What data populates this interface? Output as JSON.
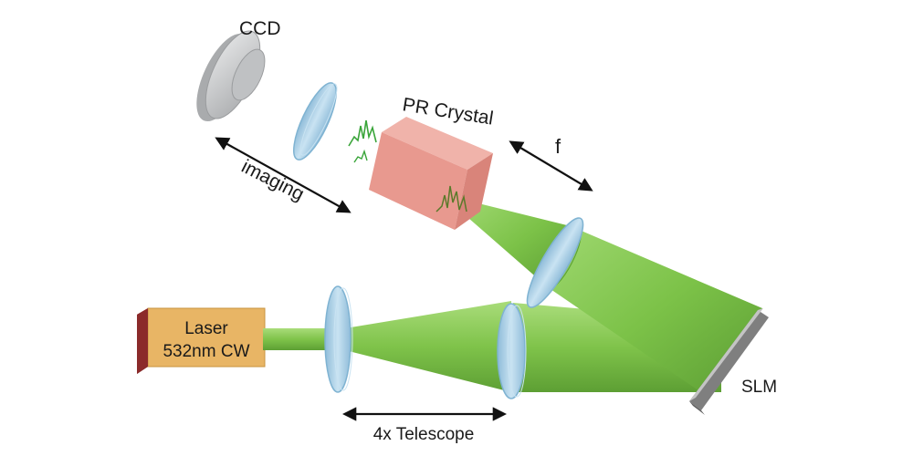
{
  "labels": {
    "ccd": "CCD",
    "pr_crystal": "PR Crystal",
    "f": "f",
    "imaging": "imaging",
    "laser_line1": "Laser",
    "laser_line2": "532nm CW",
    "telescope": "4x Telescope",
    "slm": "SLM"
  },
  "colors": {
    "beam": "#7fc34a",
    "beam_dark": "#5aa032",
    "lens": "#a9cfe6",
    "lens_edge": "#7fb3d2",
    "crystal": "#e8998f",
    "laser_front": "#e8b565",
    "laser_side": "#8b2a2a",
    "ccd": "#c7c9cb",
    "slm": "#9c9c9c",
    "signal": "#2f8a2f"
  }
}
